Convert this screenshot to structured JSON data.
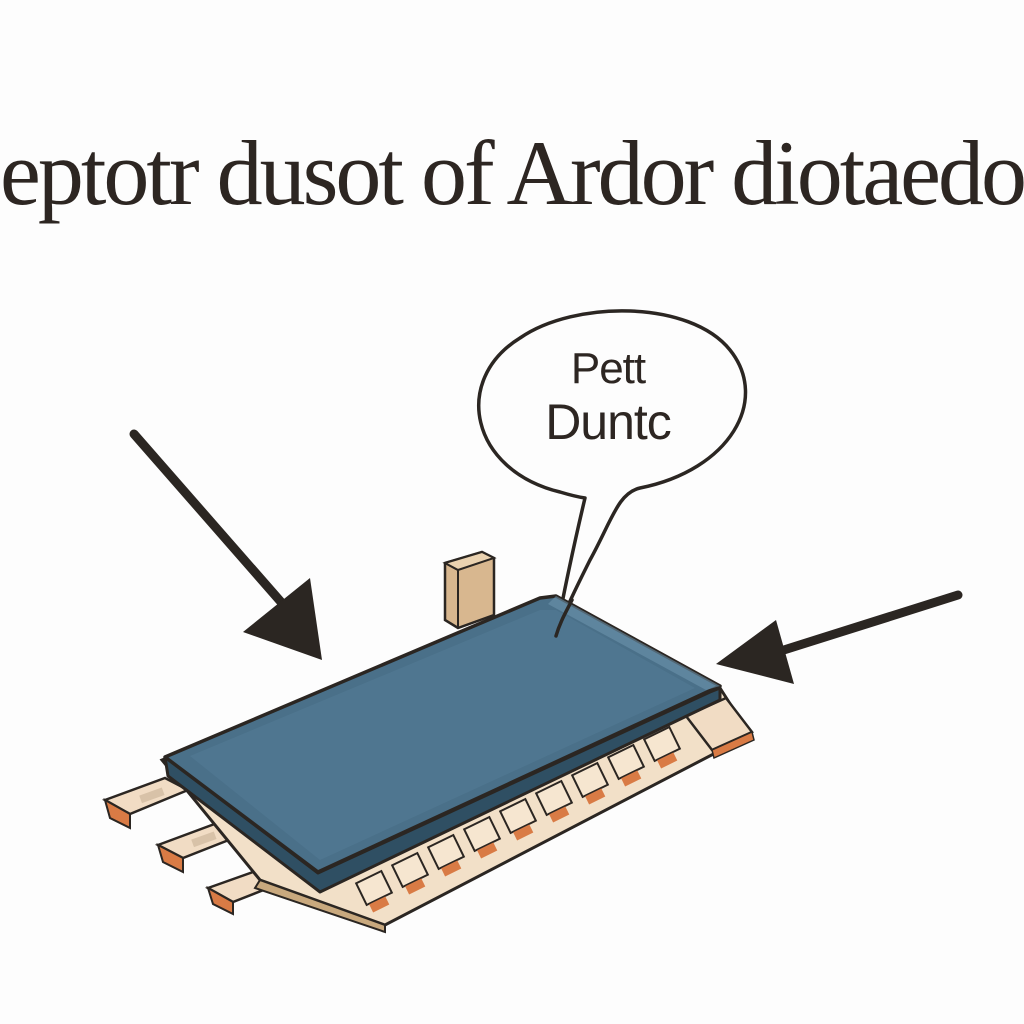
{
  "title": "eptotr dusot of Ardor diotaedou",
  "callout": {
    "line1": "Pett",
    "line2": "Duntc"
  },
  "colors": {
    "board_top": "#4a7089",
    "board_edge": "#2f4f63",
    "outline": "#2b2622",
    "pad_fill": "#f1dcc4",
    "pad_accent": "#d97b45",
    "arrow": "#2b2622",
    "post": "#d8b78f"
  },
  "icons": {
    "left_arrow": "arrow-down-right-icon",
    "right_arrow": "arrow-left-icon"
  }
}
